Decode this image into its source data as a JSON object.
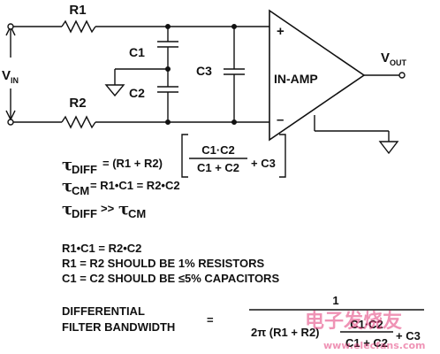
{
  "circuit": {
    "r1": "R1",
    "r2": "R2",
    "c1": "C1",
    "c2": "C2",
    "c3": "C3",
    "vin_main": "V",
    "vin_sub": "IN",
    "amp": "IN-AMP",
    "plus": "+",
    "minus": "–",
    "vout_main": "V",
    "vout_sub": "OUT"
  },
  "equations": {
    "tau": "τ",
    "eq1_sub": "DIFF",
    "eq1_lhs": "= (R1 + R2)",
    "eq1_num": "C1·C2",
    "eq1_den": "C1 + C2",
    "eq1_tail": "+ C3",
    "eq2_sub": "CM",
    "eq2_rhs": "= R1•C1 = R2•C2",
    "eq3_sub1": "DIFF",
    "eq3_mid": ">>",
    "eq3_sub2": "CM"
  },
  "notes": [
    "R1•C1 = R2•C2",
    "R1 = R2 SHOULD BE 1% RESISTORS",
    "C1 = C2 SHOULD BE ≤5% CAPACITORS"
  ],
  "bandwidth": {
    "label_line1": "DIFFERENTIAL",
    "label_line2": "FILTER BANDWIDTH",
    "equals": "=",
    "numerator": "1",
    "den_lhs": "2π (R1 + R2)",
    "den_num": "C1·C2",
    "den_den": "C1 + C2",
    "den_tail": "+ C3"
  },
  "watermark": {
    "cn": "电子发烧友",
    "url": "www.elecfans.com"
  }
}
